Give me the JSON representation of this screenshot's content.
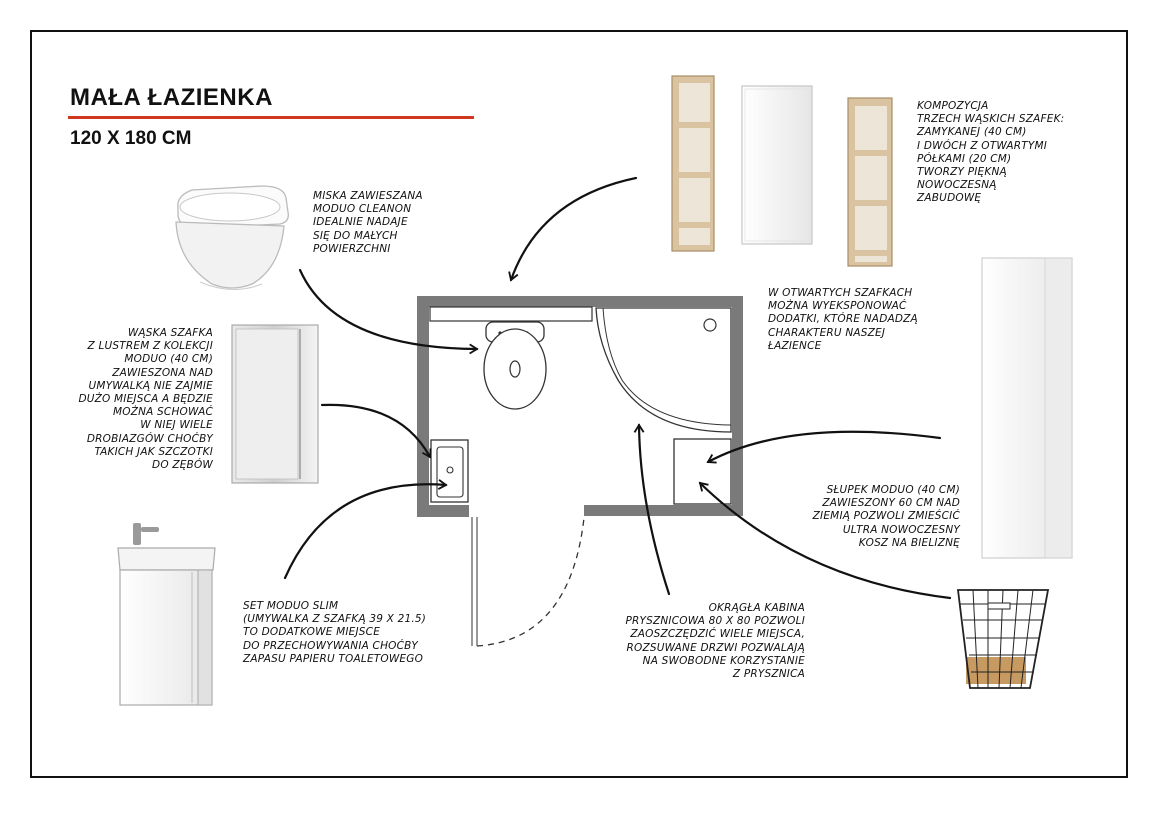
{
  "header": {
    "title": "MAŁA ŁAZIENKA",
    "subtitle": "120 X 180 CM",
    "accent_color": "#d2381f"
  },
  "notes": {
    "toilet": "MISKA ZAWIESZANA\nMODUO CLEANON\nIDEALNIE NADAJE\nSIĘ DO MAŁYCH\nPOWIERZCHNI",
    "mirror_cabinet": "WĄSKA SZAFKA\nZ LUSTREM Z KOLEKCJI\nMODUO (40 CM)\nZAWIESZONA NAD\nUMYWALKĄ NIE ZAJMIE\nDUŻO MIEJSCA A BĘDZIE\nMOŻNA SCHOWAĆ\nW NIEJ WIELE\nDROBIAZGÓW CHOĆBY\nTAKICH JAK SZCZOTKI\nDO ZĘBÓW",
    "cabinets_composition": "KOMPOZYCJA\nTRZECH WĄSKICH SZAFEK:\nZAMYKANEJ (40 CM)\nI DWÓCH Z OTWARTYMI\nPÓŁKAMI  (20 CM)\nTWORZY PIĘKNĄ\nNOWOCZESNĄ\nZABUDOWĘ",
    "open_shelves": "W OTWARTYCH SZAFKACH\nMOŻNA WYEKSPONOWAĆ\nDODATKI, KTÓRE NADADZĄ\nCHARAKTERU NASZEJ\nŁAZIENCE",
    "tall_cabinet": "SŁUPEK MODUO (40 CM)\nZAWIESZONY 60 CM NAD\nZIEMIĄ POZWOLI ZMIEŚCIĆ\nULTRA NOWOCZESNY\nKOSZ NA BIELIZNĘ",
    "shower": "OKRĄGŁA KABINA\nPRYSZNICOWA 80 X 80 POZWOLI\nZAOSZCZĘDZIĆ WIELE MIEJSCA,\nROZSUWANE DRZWI POZWALAJĄ\nNA SWOBODNE KORZYSTANIE\nZ PRYSZNICA",
    "sink_set": "SET MODUO SLIM\n(UMYWALKA Z SZAFKĄ 39 x 21.5)\nTO DODATKOWE MIEJSCE\nDO PRZECHOWYWANIA CHOĆBY\nZAPASU PAPIERU TOALETOWEGO"
  }
}
